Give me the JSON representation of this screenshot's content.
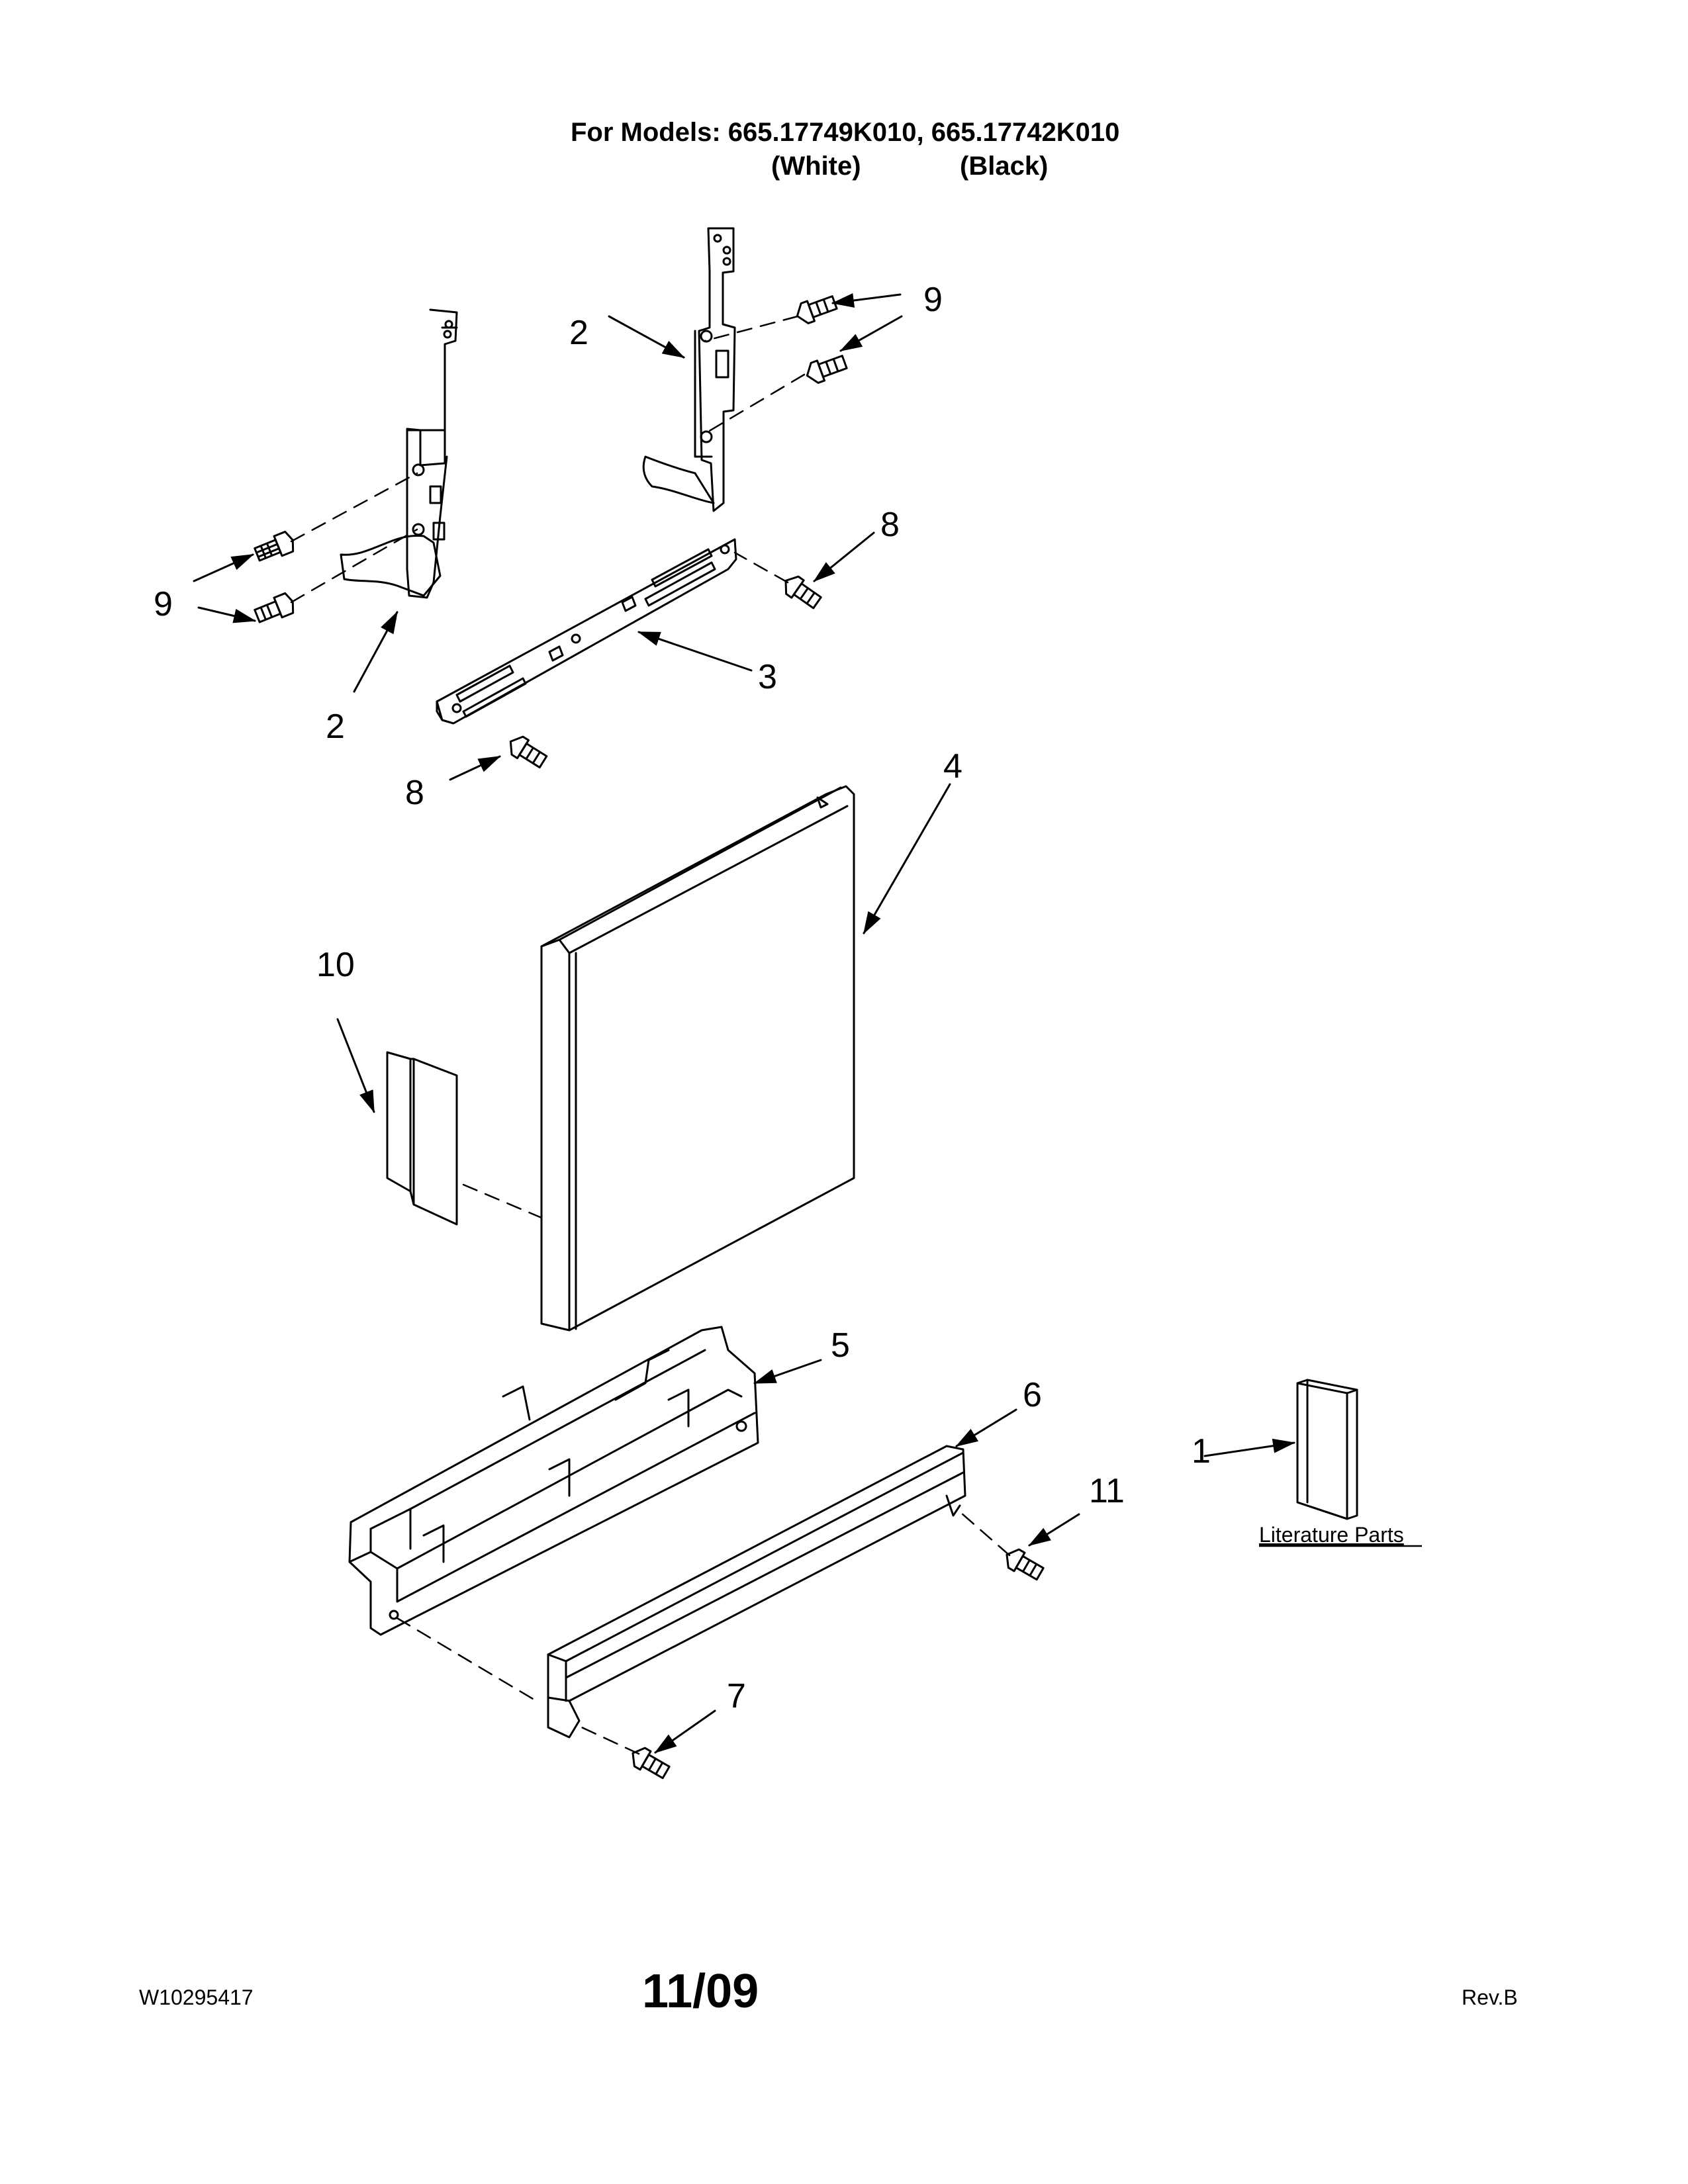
{
  "header": {
    "title": "For Models: 665.17749K010, 665.17742K010",
    "variant_white": "(White)",
    "variant_black": "(Black)"
  },
  "callouts": {
    "c1": "1",
    "c2a": "2",
    "c2b": "2",
    "c3": "3",
    "c4": "4",
    "c5": "5",
    "c6": "6",
    "c7": "7",
    "c8a": "8",
    "c8b": "8",
    "c9a": "9",
    "c9b": "9",
    "c10": "10",
    "c11": "11"
  },
  "literature_label": "Literature Parts",
  "footer": {
    "doc_number": "W10295417",
    "date": "11/09",
    "revision": "Rev.B"
  }
}
